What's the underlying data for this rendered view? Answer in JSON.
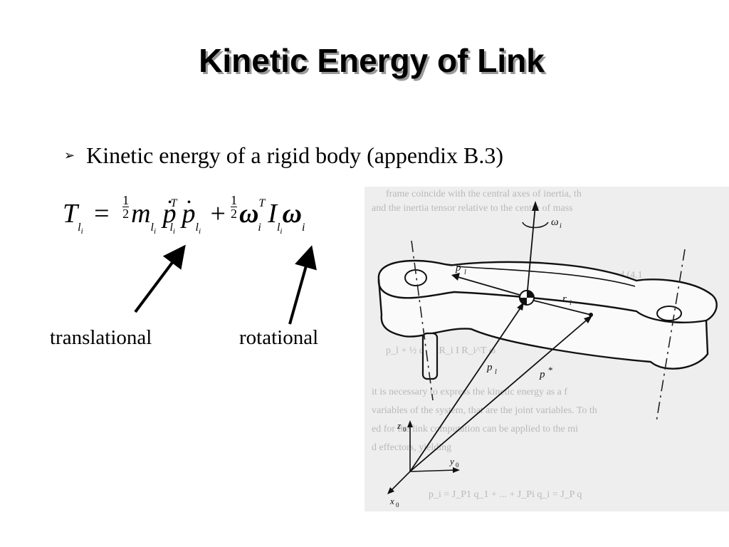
{
  "slide": {
    "title": "Kinetic Energy of Link",
    "bullet": "Kinetic energy of a rigid body (appendix B.3)"
  },
  "equation": {
    "lhs": "T",
    "lhs_sub": "l",
    "lhs_sub_sub": "i",
    "equals": "=",
    "half_num": "1",
    "half_den": "2",
    "m": "m",
    "p": "p",
    "T_sup": "T",
    "plus": "+",
    "omega": "ω",
    "i": "i",
    "I": "I",
    "l": "l"
  },
  "labels": {
    "translational": "translational",
    "rotational": "rotational"
  },
  "figure": {
    "omega_label": "ω",
    "omega_sub": "i",
    "p_dot_label": "p",
    "r_label": "r",
    "p_link_label": "p",
    "p_star_label": "p",
    "star": "*",
    "z_axis": "z",
    "y_axis": "y",
    "x_axis": "x",
    "axis_sub": "0",
    "link_sub": "l",
    "text_lines": [
      "frame coincide with the central axes of inertia, th",
      "and the inertia tensor relative to the centre of mass",
      "to (4.9) and (4.1",
      "p_l + ½ ω^T R_i I R_i^T ω",
      "it is necessary to express the kinetic energy as a f",
      "variables of the system, that are the joint variables. To th",
      "ed for the link computation can be applied to the mi",
      "d effectors, yielding",
      "p_i = J_P1 q_1 + ... + J_Pi q_i = J_P q"
    ]
  }
}
